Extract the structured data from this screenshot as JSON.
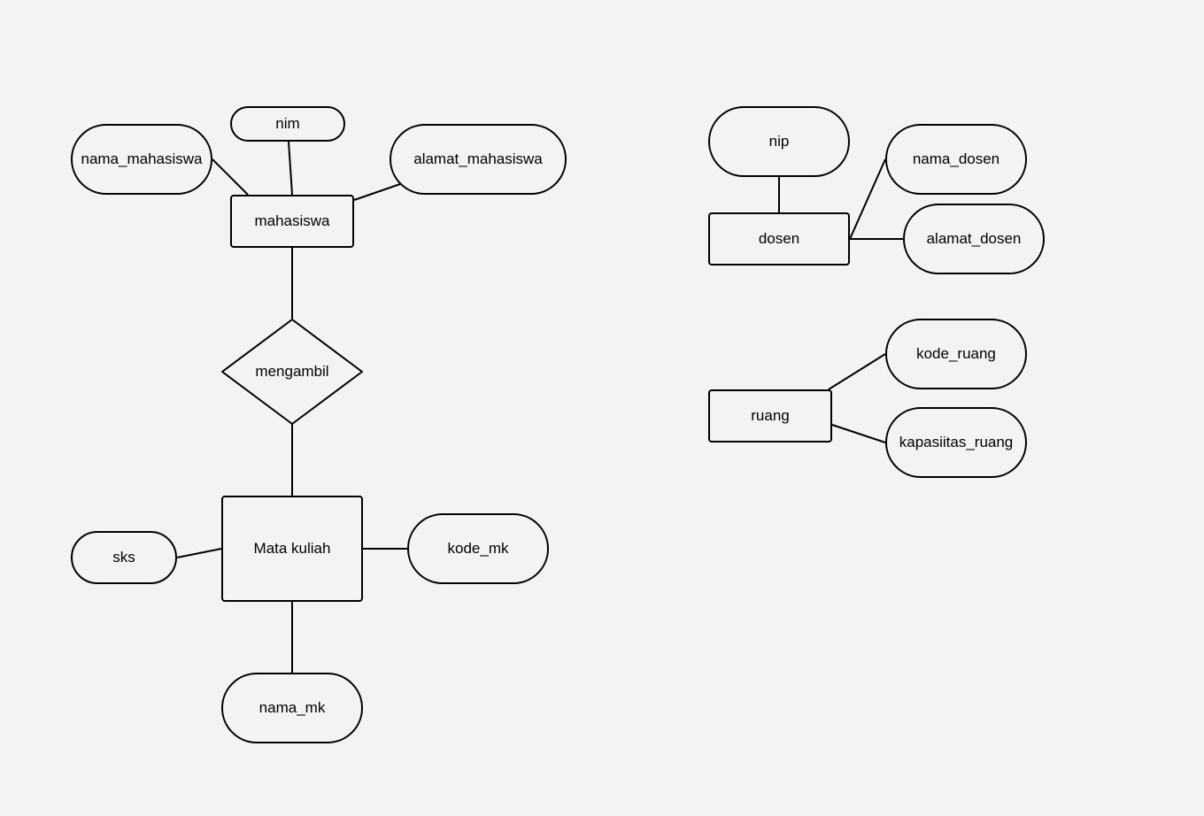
{
  "entities": {
    "mahasiswa": "mahasiswa",
    "mata_kuliah": "Mata kuliah",
    "dosen": "dosen",
    "ruang": "ruang"
  },
  "relationships": {
    "mengambil": "mengambil"
  },
  "attributes": {
    "nim": "nim",
    "nama_mahasiswa": "nama_mahasiswa",
    "alamat_mahasiswa": "alamat_mahasiswa",
    "sks": "sks",
    "kode_mk": "kode_mk",
    "nama_mk": "nama_mk",
    "nip": "nip",
    "nama_dosen": "nama_dosen",
    "alamat_dosen": "alamat_dosen",
    "kode_ruang": "kode_ruang",
    "kapasiitas_ruang": "kapasiitas_ruang"
  }
}
